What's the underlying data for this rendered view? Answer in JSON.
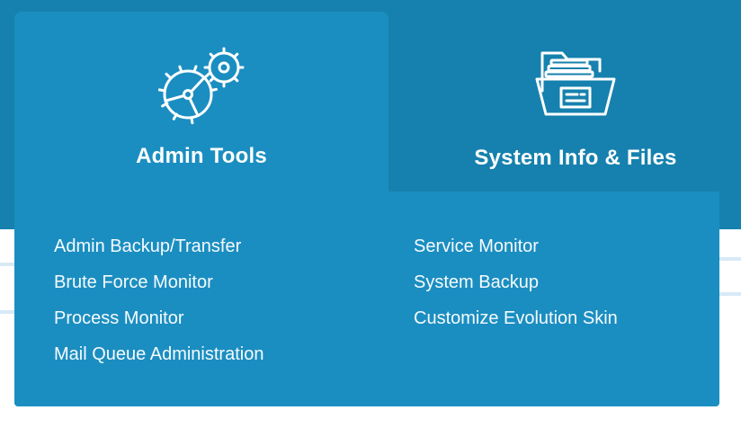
{
  "colors": {
    "header": "#1681ae",
    "panel": "#1b8ec1",
    "row_line": "#d8e9f6",
    "text": "#ffffff"
  },
  "menu": {
    "tabs": [
      {
        "label": "Admin Tools",
        "icon": "gears-icon",
        "active": true
      },
      {
        "label": "System Info & Files",
        "icon": "folder-icon",
        "active": false
      }
    ],
    "columns": [
      {
        "items": [
          "Admin Backup/Transfer",
          "Brute Force Monitor",
          "Process Monitor",
          "Mail Queue Administration"
        ]
      },
      {
        "items": [
          "Service Monitor",
          "System Backup",
          "Customize Evolution Skin"
        ]
      }
    ]
  }
}
